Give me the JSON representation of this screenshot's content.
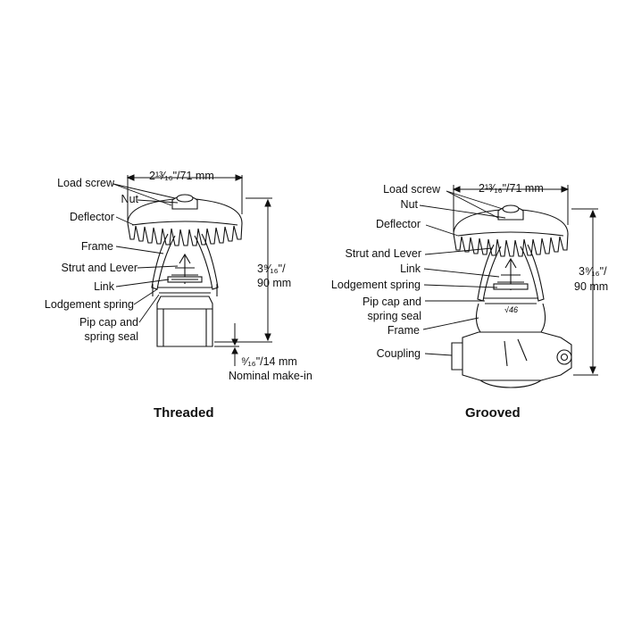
{
  "threaded": {
    "caption": "Threaded",
    "width_dim": "2¹³⁄₁₆\"/71 mm",
    "height_dim_line1": "3⁹⁄₁₆\"/",
    "height_dim_line2": "90 mm",
    "makein_dim_line1": "⁹⁄₁₆\"/14 mm",
    "makein_dim_line2": "Nominal make-in",
    "labels": [
      "Load screw",
      "Nut",
      "Deflector",
      "Frame",
      "Strut and Lever",
      "Link",
      "Lodgement spring",
      "Pip cap and",
      "spring seal"
    ]
  },
  "grooved": {
    "caption": "Grooved",
    "width_dim": "2¹³⁄₁₆\"/71 mm",
    "height_dim_line1": "3⁹⁄₁₆\"/",
    "height_dim_line2": "90 mm",
    "body_marking": "√46",
    "labels": [
      "Load screw",
      "Nut",
      "Deflector",
      "Strut and Lever",
      "Link",
      "Lodgement spring",
      "Pip cap and",
      "spring seal",
      "Frame",
      "Coupling"
    ]
  }
}
